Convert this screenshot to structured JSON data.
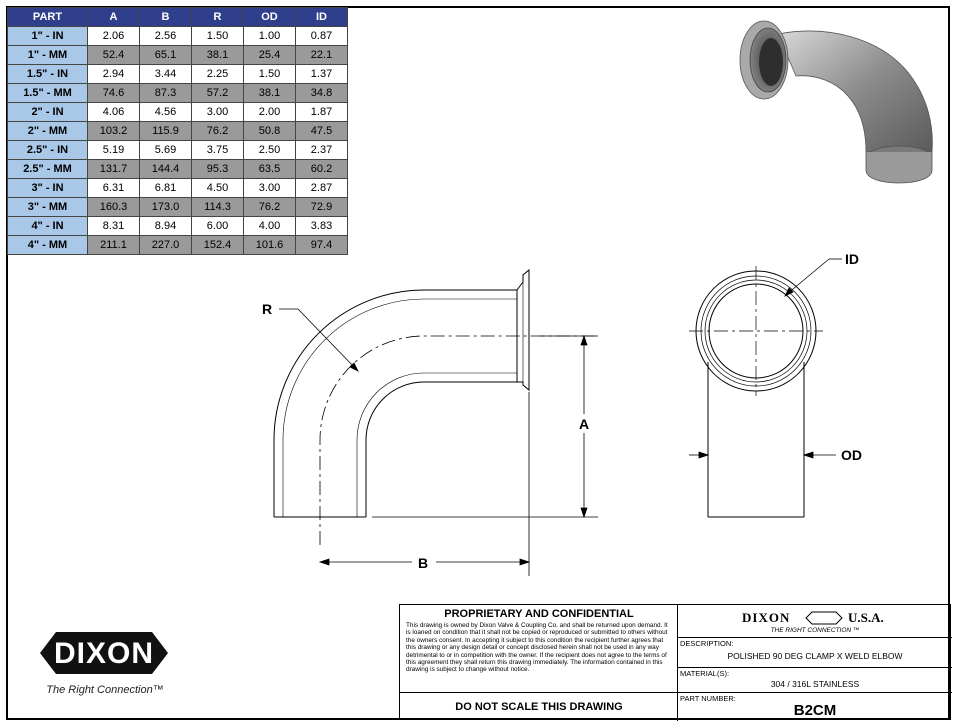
{
  "table": {
    "headers": [
      "PART",
      "A",
      "B",
      "R",
      "OD",
      "ID"
    ],
    "rows": [
      {
        "part": "1\" - IN",
        "unit": "in",
        "a": "2.06",
        "b": "2.56",
        "r": "1.50",
        "od": "1.00",
        "id": "0.87"
      },
      {
        "part": "1\" - MM",
        "unit": "mm",
        "a": "52.4",
        "b": "65.1",
        "r": "38.1",
        "od": "25.4",
        "id": "22.1"
      },
      {
        "part": "1.5\" - IN",
        "unit": "in",
        "a": "2.94",
        "b": "3.44",
        "r": "2.25",
        "od": "1.50",
        "id": "1.37"
      },
      {
        "part": "1.5\" - MM",
        "unit": "mm",
        "a": "74.6",
        "b": "87.3",
        "r": "57.2",
        "od": "38.1",
        "id": "34.8"
      },
      {
        "part": "2\" - IN",
        "unit": "in",
        "a": "4.06",
        "b": "4.56",
        "r": "3.00",
        "od": "2.00",
        "id": "1.87"
      },
      {
        "part": "2\" - MM",
        "unit": "mm",
        "a": "103.2",
        "b": "115.9",
        "r": "76.2",
        "od": "50.8",
        "id": "47.5"
      },
      {
        "part": "2.5\" - IN",
        "unit": "in",
        "a": "5.19",
        "b": "5.69",
        "r": "3.75",
        "od": "2.50",
        "id": "2.37"
      },
      {
        "part": "2.5\" - MM",
        "unit": "mm",
        "a": "131.7",
        "b": "144.4",
        "r": "95.3",
        "od": "63.5",
        "id": "60.2"
      },
      {
        "part": "3\" - IN",
        "unit": "in",
        "a": "6.31",
        "b": "6.81",
        "r": "4.50",
        "od": "3.00",
        "id": "2.87"
      },
      {
        "part": "3\" - MM",
        "unit": "mm",
        "a": "160.3",
        "b": "173.0",
        "r": "114.3",
        "od": "76.2",
        "id": "72.9"
      },
      {
        "part": "4\" - IN",
        "unit": "in",
        "a": "8.31",
        "b": "8.94",
        "r": "6.00",
        "od": "4.00",
        "id": "3.83"
      },
      {
        "part": "4\" - MM",
        "unit": "mm",
        "a": "211.1",
        "b": "227.0",
        "r": "152.4",
        "od": "101.6",
        "id": "97.4"
      }
    ]
  },
  "drawing": {
    "label_r": "R",
    "label_a": "A",
    "label_b": "B",
    "label_id": "ID",
    "label_od": "OD"
  },
  "title_block": {
    "prop_title": "PROPRIETARY AND CONFIDENTIAL",
    "prop_text": "This drawing is owned by Dixon Valve & Coupling Co. and shall be returned upon demand.  It is loaned on condition that it shall not be copied or reproduced or submitted to others without the owners consent.  In accepting it subject to this condition the recipient further agrees that this drawing or any design detail or concept disclosed herein shall not be used in any way detrimental to or in competition with the owner. If the recipient does not agree to the terms of this agreement they shall return this drawing immediately. The information contained in this drawing is subject to change without notice.",
    "no_scale": "DO NOT SCALE THIS DRAWING",
    "brand_left": "DIXON",
    "brand_right": "U.S.A.",
    "tagline": "THE RIGHT CONNECTION ™",
    "desc_caption": "DESCRIPTION:",
    "description": "POLISHED 90 DEG CLAMP X WELD ELBOW",
    "mat_caption": "MATERIAL(S):",
    "material": "304 / 316L STAINLESS",
    "pn_caption": "PART NUMBER:",
    "part_number": "B2CM"
  },
  "logo": {
    "brand": "DIXON",
    "tagline": "The Right Connection™"
  },
  "colors": {
    "header_bg": "#2f3f8c",
    "part_bg": "#a9c8e8",
    "mm_row_bg": "#9a9a9a"
  }
}
